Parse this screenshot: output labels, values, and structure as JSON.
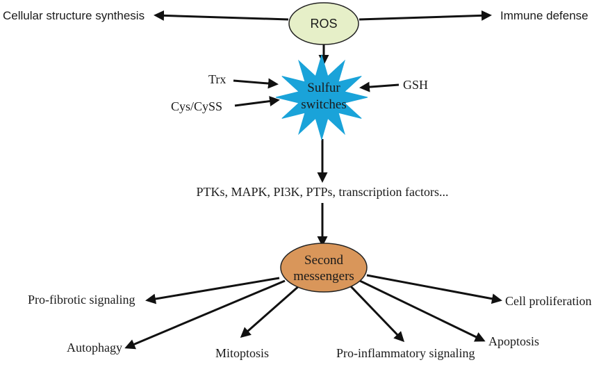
{
  "nodes": {
    "ros": {
      "label": "ROS",
      "fill": "#e6efc8"
    },
    "sulfur": {
      "line1": "Sulfur",
      "line2": "switches",
      "fill": "#1aa3d9"
    },
    "second": {
      "line1": "Second",
      "line2": "messengers",
      "fill": "#d9965a"
    }
  },
  "labels": {
    "cellular_structure": "Cellular structure synthesis",
    "immune_defense": "Immune defense",
    "trx": "Trx",
    "cys_cyss": "Cys/CySS",
    "gsh": "GSH",
    "kinases": "PTKs, MAPK, PI3K, PTPs, transcription factors...",
    "pro_fibrotic": "Pro-fibrotic signaling",
    "cell_proliferation": "Cell proliferation",
    "autophagy": "Autophagy",
    "mitoptosis": "Mitoptosis",
    "pro_inflammatory": "Pro-inflammatory signaling",
    "apoptosis": "Apoptosis"
  }
}
